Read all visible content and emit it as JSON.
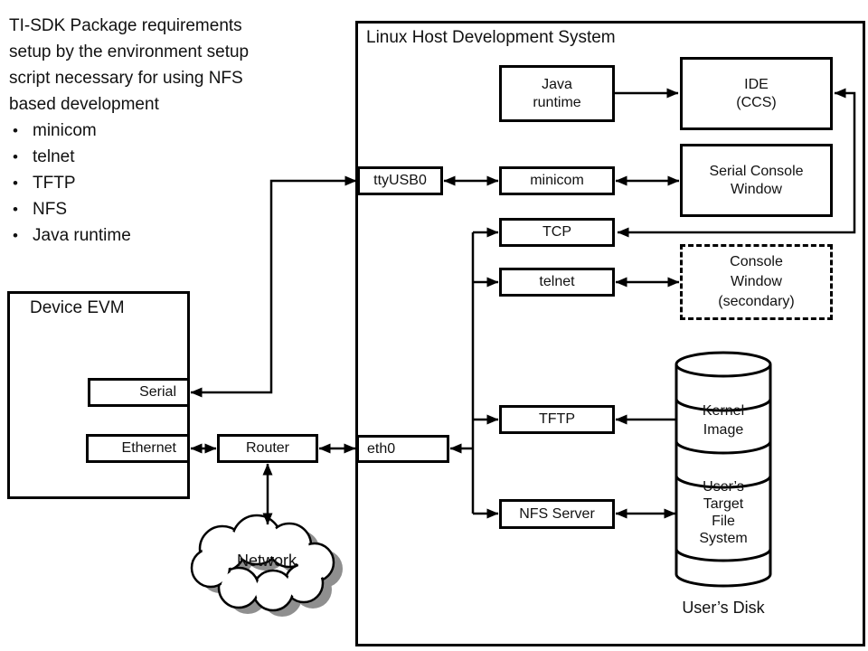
{
  "notes": {
    "intro_lines": [
      "TI-SDK Package requirements",
      "setup by the environment setup",
      "script necessary for using NFS",
      "based development"
    ],
    "bullets": [
      "minicom",
      "telnet",
      "TFTP",
      "NFS",
      "Java runtime"
    ]
  },
  "host": {
    "title": "Linux Host Development System",
    "java_runtime": "Java\nruntime",
    "ide": "IDE\n(CCS)",
    "ttyusb0": "ttyUSB0",
    "minicom": "minicom",
    "serial_console": "Serial Console\nWindow",
    "tcp": "TCP",
    "telnet": "telnet",
    "console_secondary": "Console\nWindow\n(secondary)",
    "tftp": "TFTP",
    "nfs_server": "NFS Server",
    "eth0": "eth0"
  },
  "device": {
    "title": "Device EVM",
    "serial": "Serial",
    "ethernet": "Ethernet"
  },
  "router": {
    "label": "Router"
  },
  "network": {
    "label": "Network"
  },
  "disk": {
    "kernel_image": "Kernel\nImage",
    "target_fs": "User’s\nTarget\nFile\nSystem",
    "caption": "User’s Disk"
  },
  "colors": {
    "line": "#000000",
    "cloud_shadow": "#8f8f8f",
    "background": "#ffffff"
  }
}
